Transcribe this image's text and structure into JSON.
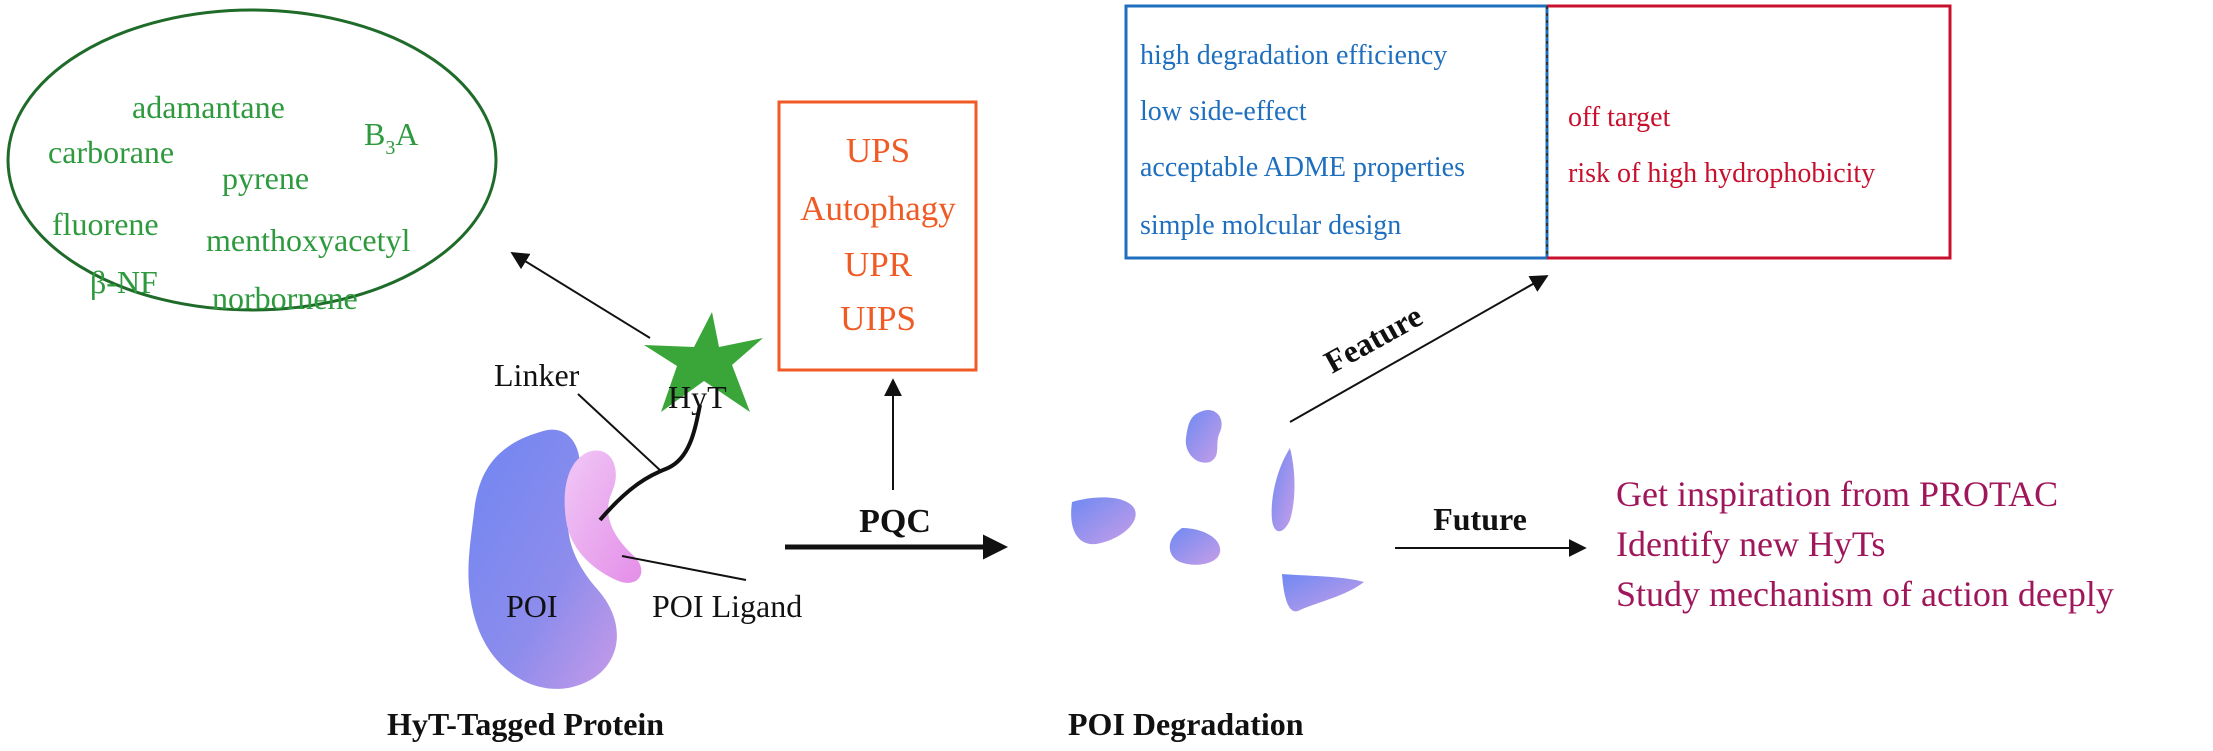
{
  "hyt_examples": [
    {
      "text": "adamantane"
    },
    {
      "text": "carborane"
    },
    {
      "text": "B",
      "sub": "3",
      "tail": "A"
    },
    {
      "text": "pyrene"
    },
    {
      "text": "fluorene"
    },
    {
      "text": "menthoxyacetyl"
    },
    {
      "text": "β-NF"
    },
    {
      "text": "norbornene"
    }
  ],
  "pqc_pathways": [
    "UPS",
    "Autophagy",
    "UPR",
    "UIPS"
  ],
  "features": {
    "pros": [
      "high degradation efficiency",
      "low side-effect",
      "acceptable ADME properties",
      "simple molcular design"
    ],
    "cons": [
      "off target",
      "risk of high hydrophobicity"
    ]
  },
  "labels": {
    "linker": "Linker",
    "hyt": "HyT",
    "poi": "POI",
    "poi_ligand": "POI Ligand",
    "pqc": "PQC",
    "feature": "Feature",
    "future": "Future",
    "tagged_protein": "HyT-Tagged Protein",
    "poi_degradation": "POI Degradation"
  },
  "future_items": [
    "Get inspiration from PROTAC",
    "Identify new HyTs",
    "Study mechanism of action deeply"
  ],
  "colors": {
    "green": "#2e9a3e",
    "ellipse": "#1f6b2a",
    "orange": "#f05a24",
    "blue": "#1f6fbf",
    "red": "#c8102e",
    "purple": "#a0165a",
    "protein_blue": "#7f92ee",
    "protein_pink": "#e7a2ef"
  }
}
